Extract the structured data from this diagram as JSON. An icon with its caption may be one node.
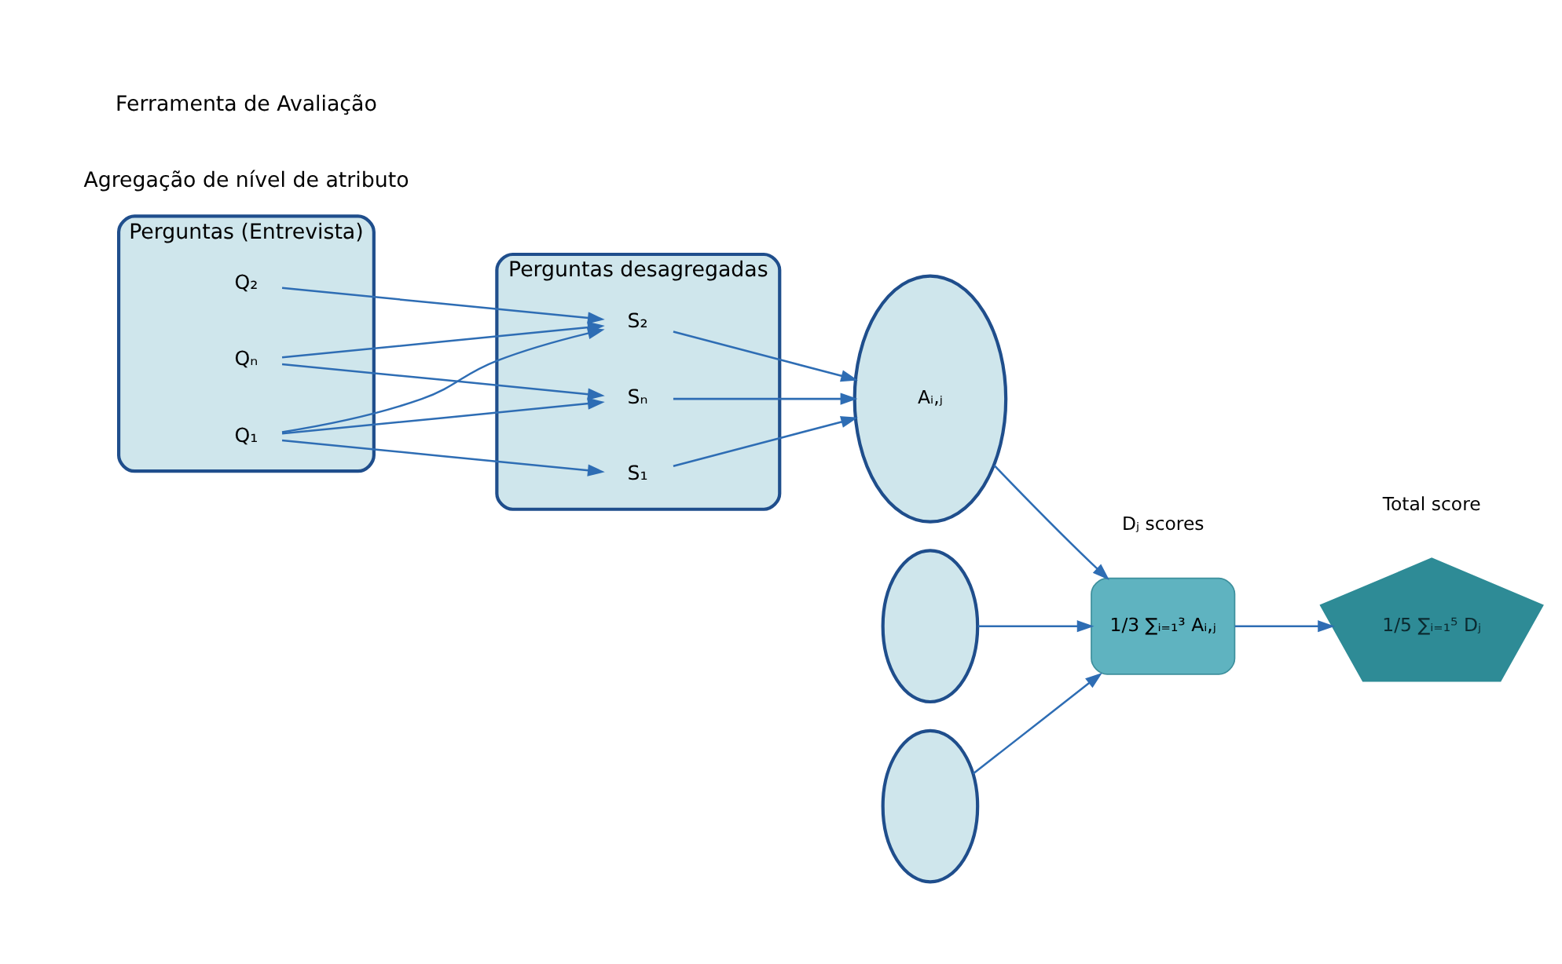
{
  "diagram": {
    "nodes": [
      {
        "text": [
          "Perguntas (Entrevista)"
        ]
      },
      {
        "text": [
          "Q₁"
        ],
        "in": 0
      },
      {
        "text": [
          "Q₂"
        ],
        "in": 0
      },
      {
        "text": [
          "Qₙ"
        ],
        "in": 0
      },
      {
        "text": [
          "Perguntas desagregadas"
        ]
      },
      {
        "text": [
          "S₁"
        ],
        "in": 4
      },
      {
        "text": [
          "S₂"
        ],
        "in": 4
      },
      {
        "text": [
          "Sₙ"
        ],
        "in": 4
      },
      {
        "text": [],
        "shape": "ellipse"
      },
      {
        "text": [
          "Aᵢ,ⱼ"
        ]
      },
      {
        "text": [],
        "shape": "ellipse"
      },
      {
        "text": [
          "1/3 ∑ᵢ₌₁³ Aᵢ,ⱼ"
        ],
        "beside": [
          "Dⱼ scores"
        ]
      },
      {
        "text": [
          "1/5 ∑ᵢ₌₁⁵ Dⱼ"
        ],
        "beside": [
          "Total score"
        ]
      }
    ],
    "edges": [
      {
        "from": 1,
        "to": 5,
        "arrow": "to"
      },
      {
        "from": 1,
        "to": 6,
        "arrow": "to"
      },
      {
        "from": 1,
        "to": 7,
        "arrow": "to"
      },
      {
        "from": 2,
        "to": 6,
        "arrow": "to"
      },
      {
        "from": 3,
        "to": 6,
        "arrow": "to"
      },
      {
        "from": 3,
        "to": 7,
        "arrow": "to"
      },
      {
        "from": 5,
        "to": 9,
        "arrow": "to"
      },
      {
        "from": 6,
        "to": 9,
        "arrow": "to"
      },
      {
        "from": 7,
        "to": 9,
        "arrow": "to"
      },
      {
        "from": 8,
        "to": 11,
        "arrow": "to"
      },
      {
        "from": 9,
        "to": 11,
        "arrow": "to"
      },
      {
        "from": 10,
        "to": 11,
        "arrow": "to"
      },
      {
        "from": 11,
        "to": 12,
        "arrow": "to"
      }
    ],
    "labels": [
      "Agregação de nível de atributo",
      "Ferramenta de Avaliação"
    ]
  }
}
